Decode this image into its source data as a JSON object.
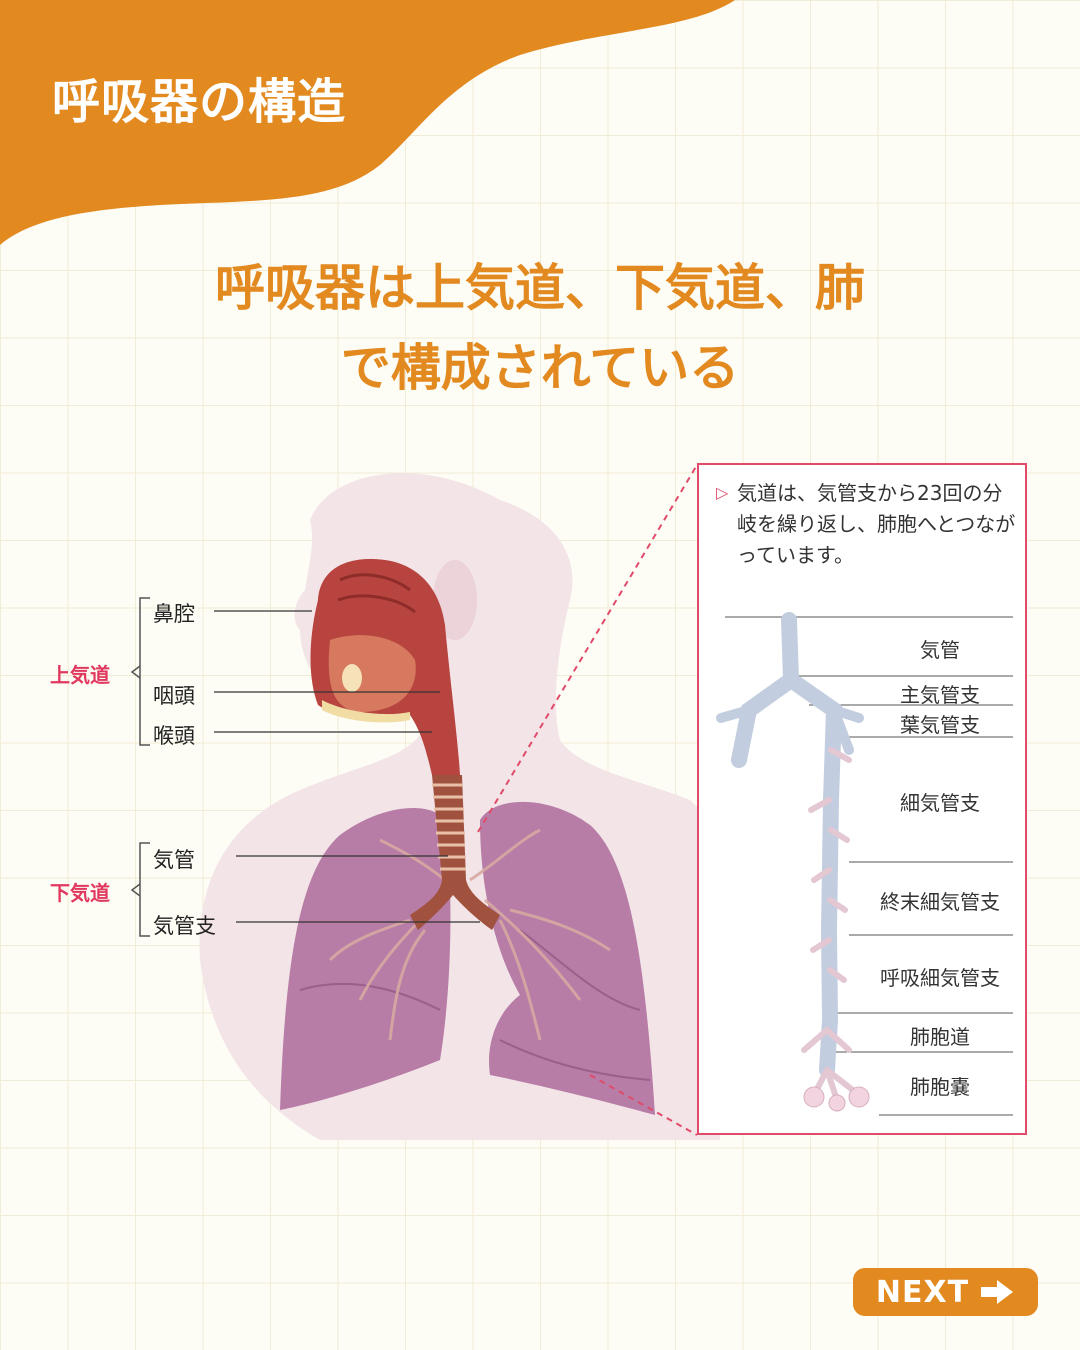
{
  "header": {
    "title": "呼吸器の構造"
  },
  "headline": {
    "line1": "呼吸器は上気道、下気道、肺",
    "line2": "で構成されている"
  },
  "diagram": {
    "groups": {
      "upper": "上気道",
      "lower": "下気道"
    },
    "labels": {
      "nasal_cavity": "鼻腔",
      "pharynx": "咽頭",
      "larynx": "喉頭",
      "trachea": "気管",
      "bronchi": "気管支"
    }
  },
  "detail": {
    "caption": "気道は、気管支から23回の分岐を繰り返し、肺胞へとつながっています。",
    "bronchial_tree": {
      "trachea": "気管",
      "main_bronchus": "主気管支",
      "lobar_bronchus": "葉気管支",
      "bronchioles": "細気管支",
      "terminal_bronchioles": "終末細気管支",
      "respiratory_bronchioles": "呼吸細気管支",
      "alveolar_ducts": "肺胞道",
      "alveolar_sacs": "肺胞嚢"
    }
  },
  "next_button": {
    "label": "NEXT",
    "icon": "arrow-right-icon"
  },
  "colors": {
    "accent": "#e2891f",
    "label_red": "#e0385e",
    "frame": "#e04b6a"
  }
}
